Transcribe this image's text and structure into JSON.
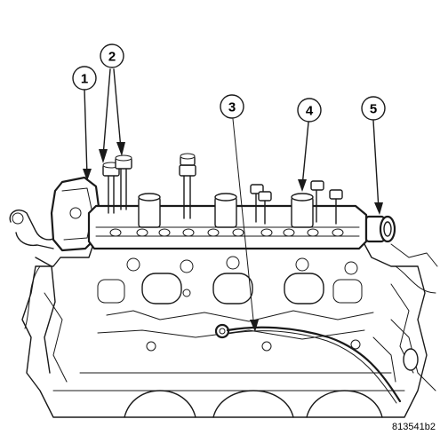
{
  "figure_id": "813541b2",
  "callouts": [
    {
      "label": "1",
      "target": "engine-mount-bracket"
    },
    {
      "label": "2",
      "target": "head-bolts-left"
    },
    {
      "label": "3",
      "target": "sensor-wire"
    },
    {
      "label": "4",
      "target": "intake-runner"
    },
    {
      "label": "5",
      "target": "coupler"
    }
  ],
  "colors": {
    "line": "#1a1a1a",
    "background": "#ffffff"
  }
}
